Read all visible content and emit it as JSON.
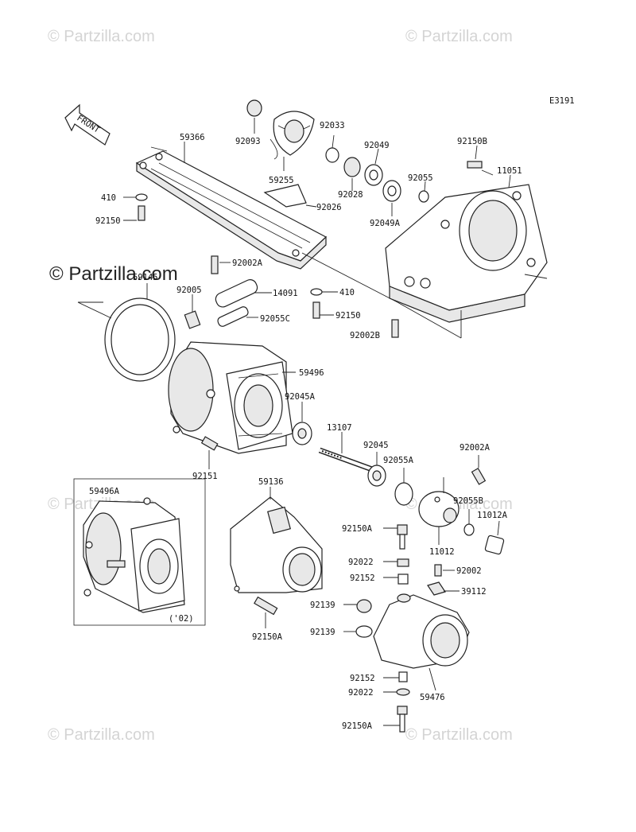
{
  "diagram": {
    "code": "E3191",
    "front_label": "FRONT",
    "watermark": "© Partzilla.com",
    "variant_note": "('02)"
  },
  "labels": {
    "p59366": "59366",
    "p92093": "92093",
    "p92033": "92033",
    "p92049": "92049",
    "p92150B": "92150B",
    "p11051": "11051",
    "p410a": "410",
    "p92150a": "92150",
    "p59255": "59255",
    "p92028": "92028",
    "p92055": "92055",
    "p92026": "92026",
    "p92049A": "92049A",
    "p92002A_a": "92002A",
    "p59145": "59145",
    "p92005": "92005",
    "p14091": "14091",
    "p410b": "410",
    "p92150b": "92150",
    "p92055C": "92055C",
    "p92002B": "92002B",
    "p59496": "59496",
    "p92045A": "92045A",
    "p13107": "13107",
    "p92045": "92045",
    "p92002A_b": "92002A",
    "p92055A": "92055A",
    "p92151": "92151",
    "p59496A": "59496A",
    "p59136": "59136",
    "p92055B": "92055B",
    "p11012A": "11012A",
    "p92150A_a": "92150A",
    "p11012": "11012",
    "p92022a": "92022",
    "p92002": "92002",
    "p92152a": "92152",
    "p39112": "39112",
    "p92139a": "92139",
    "p92139b": "92139",
    "p92150A_b": "92150A",
    "p92152b": "92152",
    "p59476": "59476",
    "p92022b": "92022",
    "p92150A_c": "92150A"
  }
}
